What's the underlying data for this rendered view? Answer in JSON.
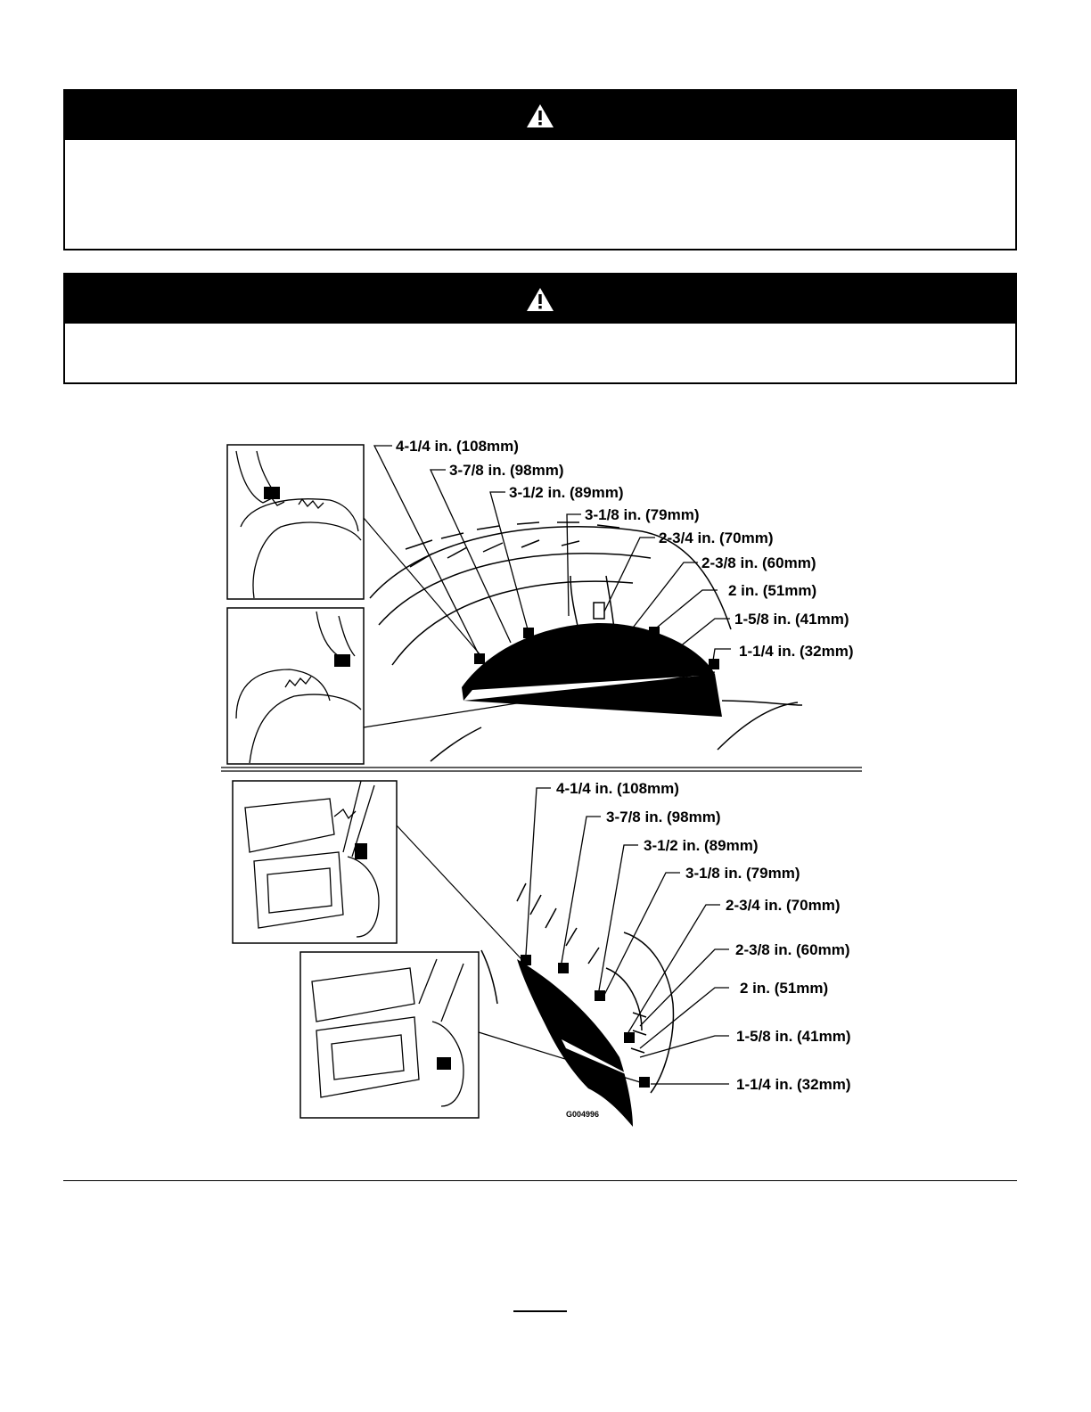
{
  "warnings": [
    {
      "icon": "warning-triangle-icon"
    },
    {
      "icon": "warning-triangle-icon"
    }
  ],
  "figure": {
    "top_labels": [
      "4-1/4 in. (108mm)",
      "3-7/8 in. (98mm)",
      "3-1/2 in. (89mm)",
      "3-1/8 in. (79mm)",
      "2-3/4 in. (70mm)",
      "2-3/8 in. (60mm)",
      "2 in. (51mm)",
      "1-5/8 in. (41mm)",
      "1-1/4 in. (32mm)"
    ],
    "bottom_labels": [
      "4-1/4 in. (108mm)",
      "3-7/8 in. (98mm)",
      "3-1/2 in. (89mm)",
      "3-1/8 in. (79mm)",
      "2-3/4 in. (70mm)",
      "2-3/8 in. (60mm)",
      "2 in. (51mm)",
      "1-5/8 in. (41mm)",
      "1-1/4 in. (32mm)"
    ],
    "figure_code": "G004996"
  },
  "colors": {
    "ink": "#000000",
    "paper": "#ffffff"
  }
}
